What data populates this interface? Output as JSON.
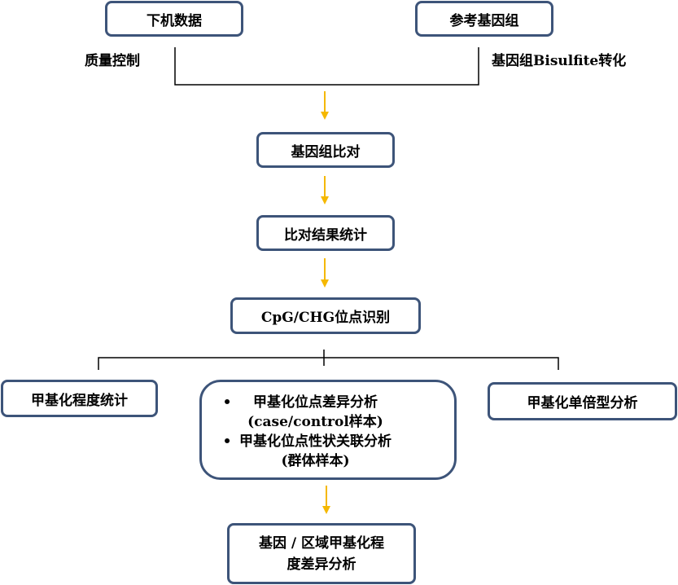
{
  "colors": {
    "box_border": "#3d5479",
    "arrow": "#f5b800",
    "line": "#000000"
  },
  "nodes": {
    "raw_data": "下机数据",
    "reference_genome": "参考基因组",
    "quality_control": "质量控制",
    "bisulfite_conversion": "基因组Bisulfite转化",
    "alignment": "基因组比对",
    "alignment_stats": "比对结果统计",
    "site_calling": "CpG/CHG位点识别",
    "methylation_stats": "甲基化程度统计",
    "methylation_haplotype": "甲基化单倍型分析",
    "dmr_gene_region_line1": "基因 / 区域甲基化程",
    "dmr_gene_region_line2": "度差异分析"
  },
  "analysis_box": {
    "bullet": "•",
    "items": [
      {
        "line1": "甲基化位点差异分析",
        "line2": "(case/control样本)"
      },
      {
        "line1": "甲基化位点性状关联分析",
        "line2": "(群体样本)"
      }
    ]
  }
}
